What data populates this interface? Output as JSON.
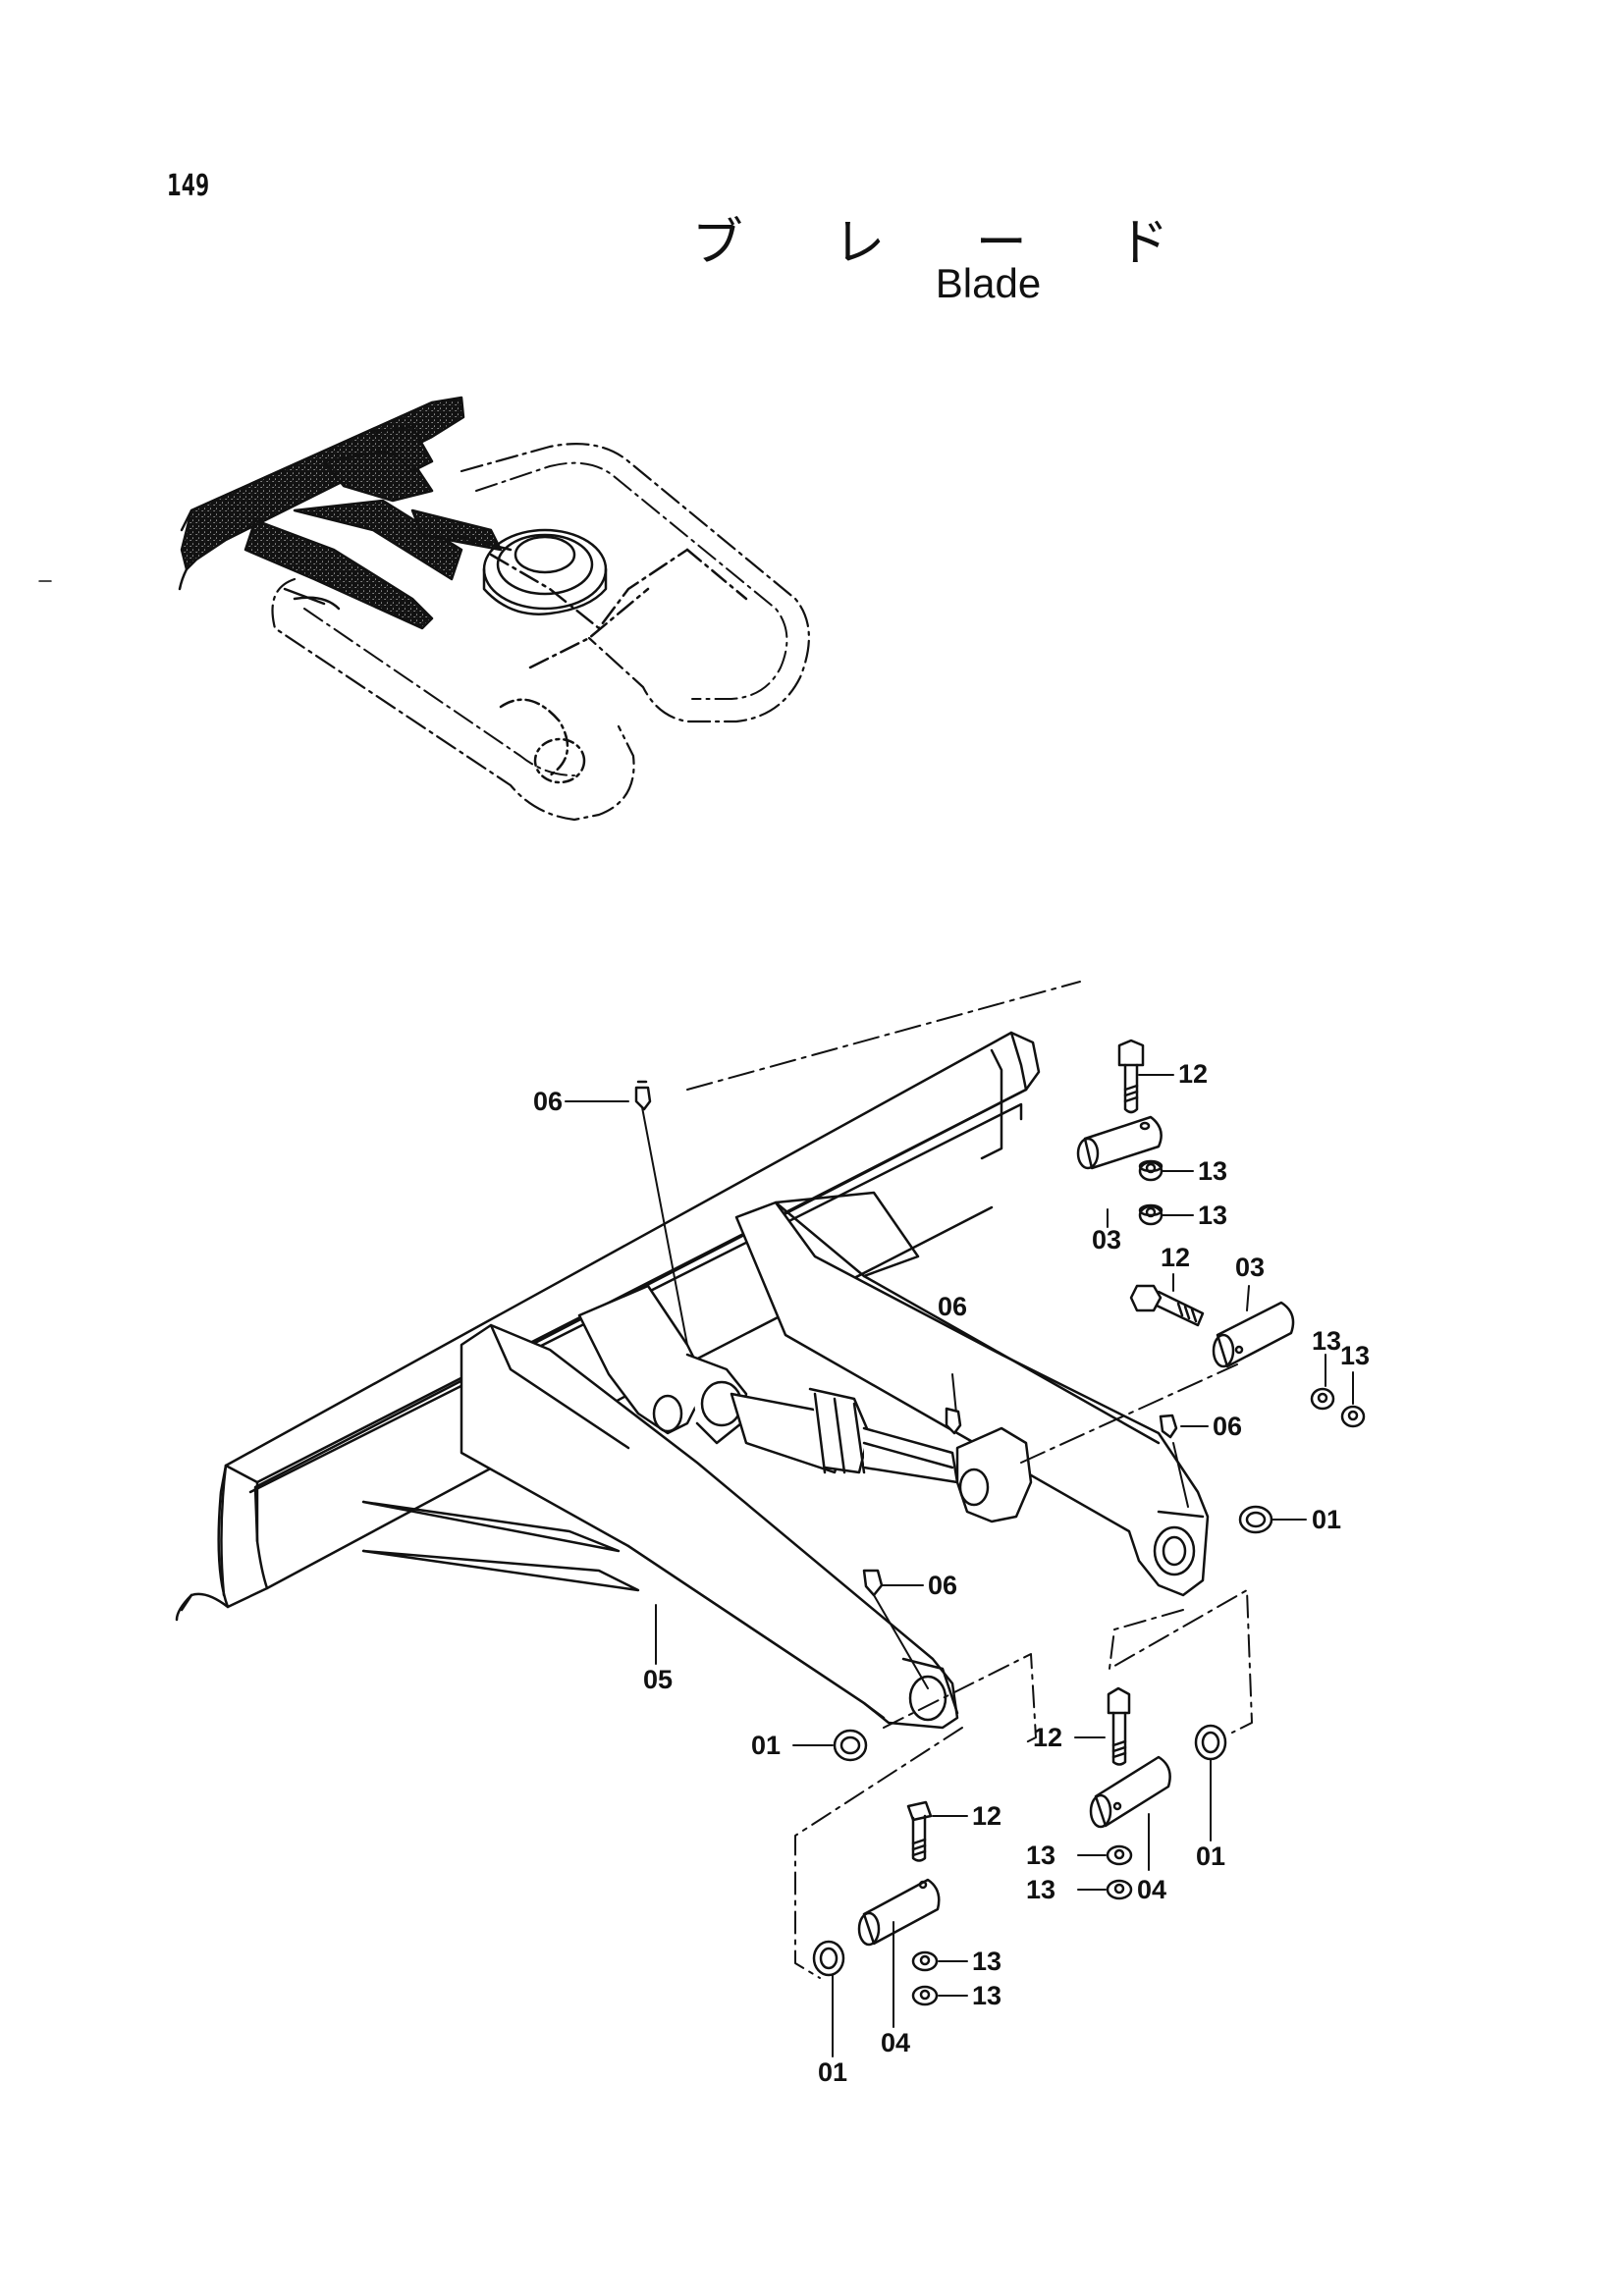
{
  "page_number": "149",
  "title_japanese": "ブ レ ー ド",
  "title_english": "Blade",
  "callouts": {
    "c06a": "06",
    "c12a": "12",
    "c13a": "13",
    "c13b": "13",
    "c03a": "03",
    "c12b": "12",
    "c03b": "03",
    "c06b": "06",
    "c13c": "13",
    "c13d": "13",
    "c06c": "06",
    "c01a": "01",
    "c06d": "06",
    "c05": "05",
    "c01b": "01",
    "c12c": "12",
    "c01c": "01",
    "c12d": "12",
    "c13e": "13",
    "c13f": "13",
    "c04a": "04",
    "c13g": "13",
    "c13h": "13",
    "c04b": "04",
    "c01d": "01"
  }
}
